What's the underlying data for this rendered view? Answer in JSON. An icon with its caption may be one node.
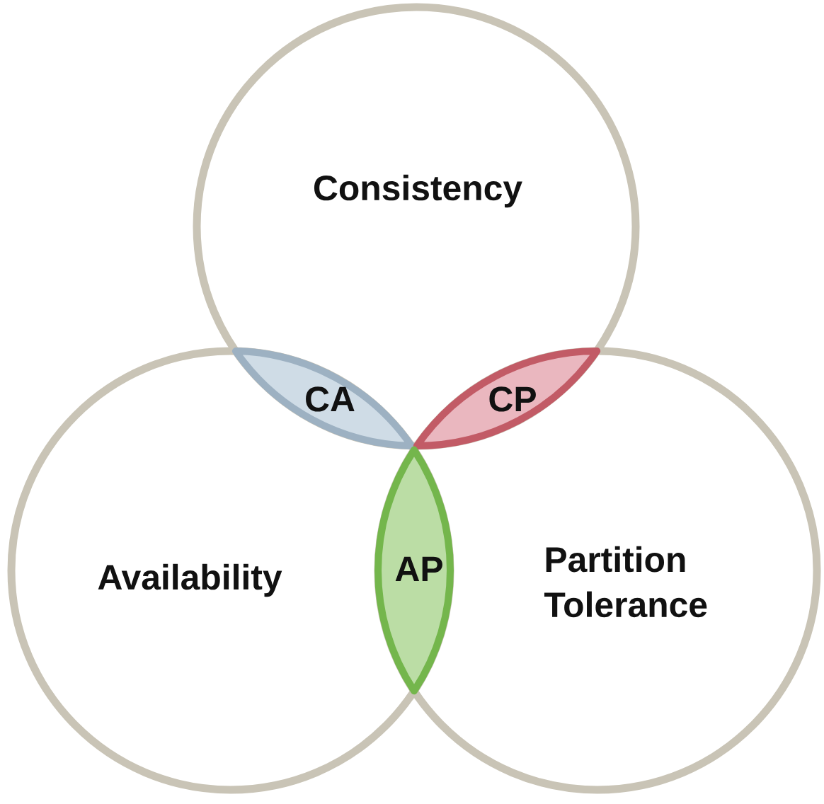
{
  "diagram": {
    "nodes": [
      {
        "text": [
          "Consistency"
        ]
      },
      {
        "text": [
          "CA"
        ]
      },
      {
        "text": [
          "CP"
        ]
      },
      {
        "text": [
          "Availability"
        ]
      },
      {
        "text": [
          "AP"
        ]
      },
      {
        "text": [
          "Partition Tolerance"
        ]
      }
    ]
  }
}
